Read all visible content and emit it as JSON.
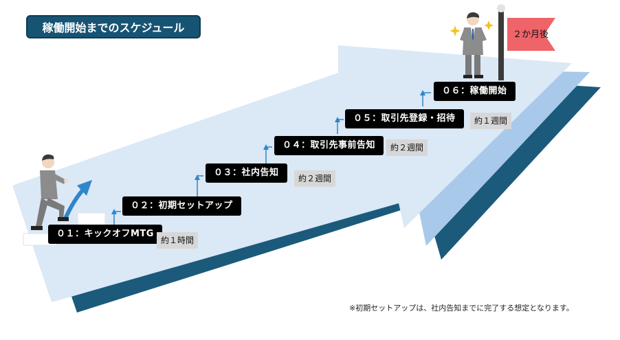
{
  "title": "稼働開始までのスケジュール",
  "steps": [
    {
      "label": "０１：キックオフMTG",
      "duration": "約１時間"
    },
    {
      "label": "０２：初期セットアップ",
      "duration": ""
    },
    {
      "label": "０３：社内告知",
      "duration": "約２週間"
    },
    {
      "label": "０４：取引先事前告知",
      "duration": "約２週間"
    },
    {
      "label": "０５：取引先登録・招待",
      "duration": "約１週間"
    },
    {
      "label": "０６：稼働開始",
      "duration": ""
    }
  ],
  "goal_flag": "２か月後",
  "footnote": "※初期セットアップは、社内告知までに完了する想定となります。",
  "colors": {
    "title_bg": "#175474",
    "arrow_light": "#dbe8f6",
    "arrow_mid": "#a9c9ea",
    "arrow_dark": "#1c5a7b",
    "connector": "#2f86c8",
    "flag": "#ee6468"
  }
}
